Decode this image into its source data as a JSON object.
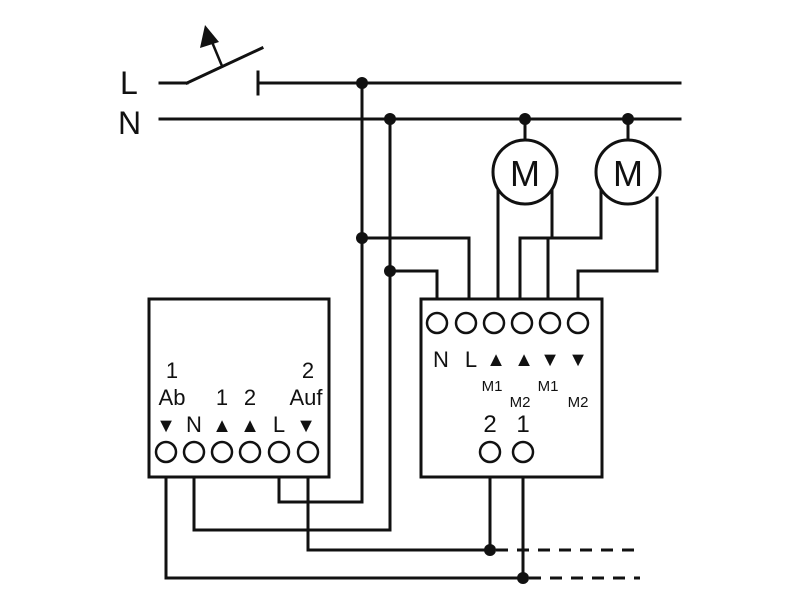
{
  "lines": {
    "phase_label": "L",
    "neutral_label": "N"
  },
  "motors": [
    {
      "label": "M"
    },
    {
      "label": "M"
    }
  ],
  "left_device": {
    "terminal_labels": [
      {
        "top": "1",
        "mid": "Ab",
        "bottom": "▼"
      },
      {
        "top": "",
        "mid": "",
        "bottom": "N"
      },
      {
        "top": "",
        "mid": "1",
        "bottom": "▲"
      },
      {
        "top": "",
        "mid": "2",
        "bottom": "▲"
      },
      {
        "top": "",
        "mid": "",
        "bottom": "L"
      },
      {
        "top": "2",
        "mid": "Auf",
        "bottom": "▼"
      }
    ]
  },
  "right_device": {
    "top_labels": [
      "N",
      "L",
      "▲",
      "▲",
      "▼",
      "▼"
    ],
    "sub_labels": [
      "M1",
      "M2",
      "M1",
      "M2"
    ],
    "bottom_labels": [
      "2",
      "1"
    ]
  }
}
